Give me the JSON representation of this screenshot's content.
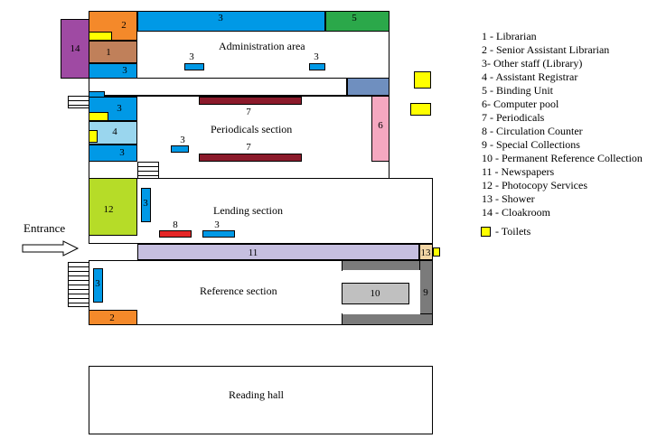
{
  "areas": {
    "administration": "Administration area",
    "periodicals": "Periodicals section",
    "lending": "Lending section",
    "reference": "Reference section",
    "reading_hall": "Reading hall",
    "entrance": "Entrance"
  },
  "room_numbers": {
    "n1": "1",
    "n2": "2",
    "n3": "3",
    "n4": "4",
    "n5": "5",
    "n6": "6",
    "n7": "7",
    "n8": "8",
    "n9": "9",
    "n10": "10",
    "n11": "11",
    "n12": "12",
    "n13": "13",
    "n14": "14"
  },
  "legend": [
    "1 - Librarian",
    "2 - Senior Assistant Librarian",
    "3- Other staff (Library)",
    "4 - Assistant Registrar",
    "5 - Binding Unit",
    "6- Computer pool",
    "7 - Periodicals",
    "8 - Circulation Counter",
    "9 - Special Collections",
    "10 - Permanent Reference Collection",
    "11 - Newspapers",
    "12 - Photocopy Services",
    "13 - Shower",
    "14 - Cloakroom"
  ],
  "legend_toilets": "- Toilets",
  "colors": {
    "staff_blue": "#0099e6",
    "librarian_brown": "#c0805a",
    "senior_orange": "#f4892a",
    "binding_green": "#2ba84a",
    "computer_pink": "#f5a8c0",
    "periodicals_red": "#8b1a2b",
    "circulation_red": "#e52626",
    "newspapers_lavender": "#c6bfe0",
    "photocopy_lime": "#b6dc28",
    "cloakroom_purple": "#9f4aa3",
    "asst_registrar_lightblue": "#9ad6ee",
    "toilet_yellow": "#ffff00",
    "special_grey": "#7b7b7b",
    "ref_collection_grey": "#c0c0c0",
    "shower_tan": "#f2d6a5",
    "corridor_steel": "#6f8fbf"
  }
}
